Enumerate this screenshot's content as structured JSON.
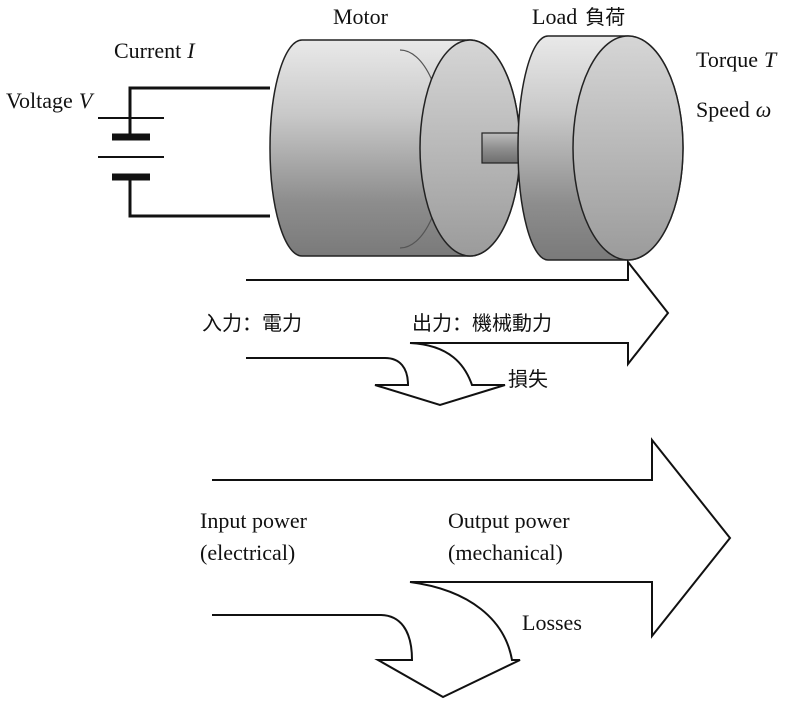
{
  "labels": {
    "motor": "Motor",
    "load": "Load",
    "load_jp": "負荷",
    "current": "Current",
    "current_sym": "I",
    "voltage": "Voltage",
    "voltage_sym": "V",
    "torque": "Torque",
    "torque_sym": "T",
    "speed": "Speed",
    "speed_sym": "ω"
  },
  "jp_flow": {
    "input": "入力：電力",
    "output": "出力：機械動力",
    "losses": "損失"
  },
  "en_flow": {
    "input_line1": "Input power",
    "input_line2": "(electrical)",
    "output_line1": "Output power",
    "output_line2": "(mechanical)",
    "losses": "Losses"
  }
}
